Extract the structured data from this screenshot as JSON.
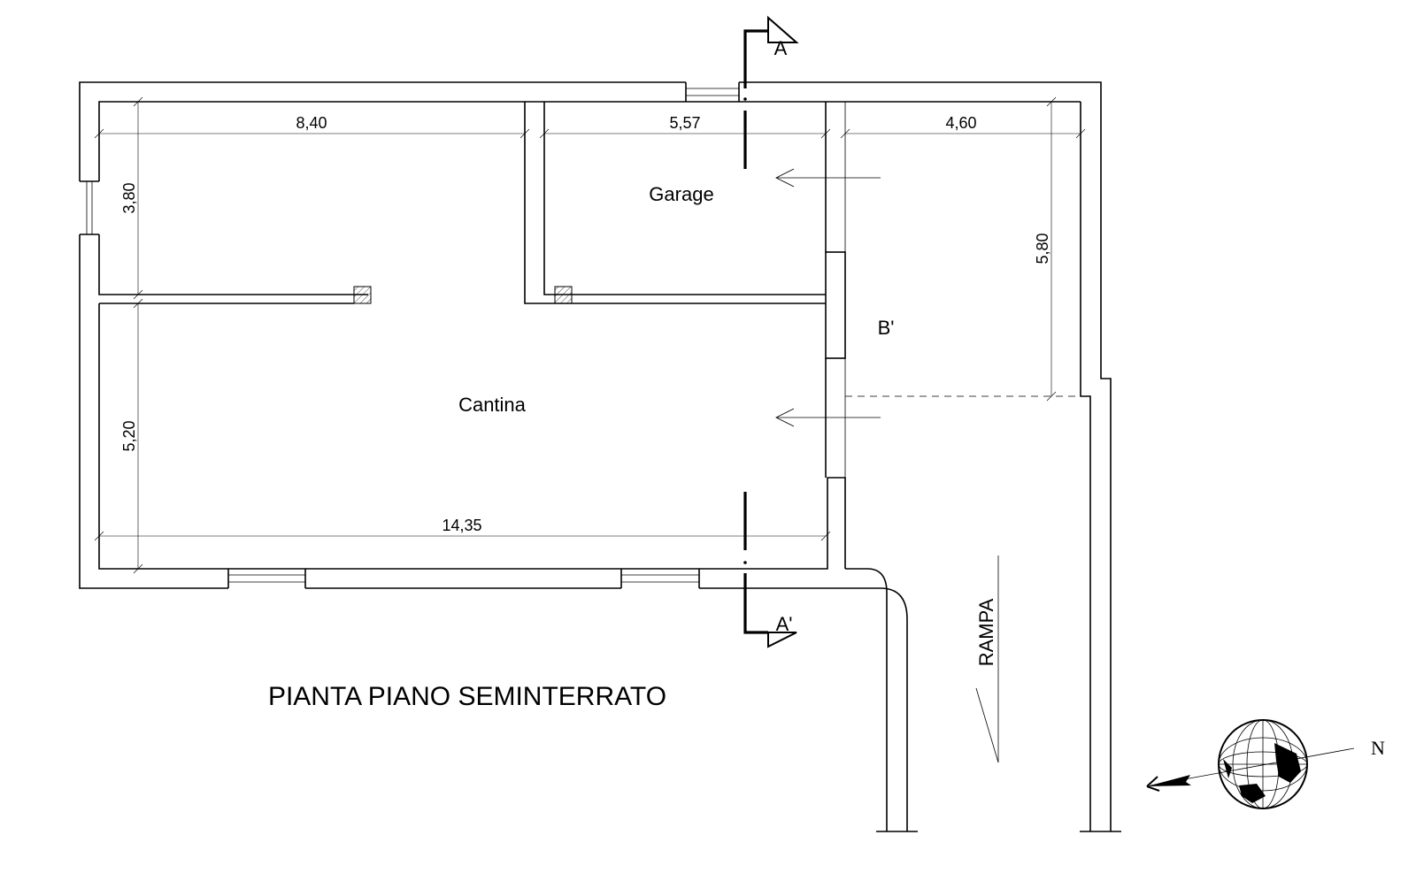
{
  "title": "PIANTA PIANO SEMINTERRATO",
  "rooms": {
    "garage": "Garage",
    "cantina": "Cantina",
    "b_prime": "B'",
    "rampa": "RAMPA"
  },
  "dimensions": {
    "top_left": "8,40",
    "top_mid": "5,57",
    "top_right": "4,60",
    "left_upper": "3,80",
    "left_lower": "5,20",
    "right": "5,80",
    "bottom": "14,35"
  },
  "section_marks": {
    "top": "A",
    "bottom": "A'"
  },
  "compass": {
    "north": "N",
    "icon": "globe-compass-icon"
  }
}
